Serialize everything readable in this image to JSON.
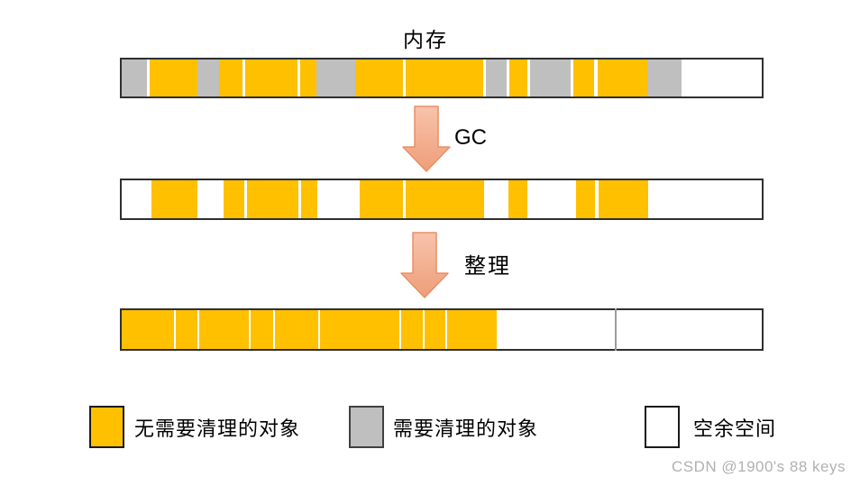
{
  "title": "内存",
  "colors": {
    "live": "#FFC000",
    "garbage": "#BFBFBF",
    "free": "#FFFFFF",
    "gap": "#FFFFFF",
    "bar_border": "#2f2f2f",
    "arrow_fill_top": "#F8C3AC",
    "arrow_fill_bottom": "#EE9E78",
    "arrow_border": "#E78F66",
    "watermark": "#b3b1af"
  },
  "arrows": [
    {
      "label": "GC"
    },
    {
      "label": "整理"
    }
  ],
  "bars": [
    {
      "name": "memory-initial",
      "segments": [
        [
          "garbage",
          28
        ],
        [
          "gap",
          3
        ],
        [
          "live",
          53
        ],
        [
          "garbage",
          24
        ],
        [
          "live",
          26
        ],
        [
          "gap",
          3
        ],
        [
          "live",
          58
        ],
        [
          "gap",
          3
        ],
        [
          "live",
          18
        ],
        [
          "garbage",
          43
        ],
        [
          "live",
          53
        ],
        [
          "gap",
          3
        ],
        [
          "live",
          86
        ],
        [
          "gap",
          3
        ],
        [
          "garbage",
          23
        ],
        [
          "gap",
          3
        ],
        [
          "live",
          20
        ],
        [
          "gap",
          3
        ],
        [
          "garbage",
          45
        ],
        [
          "gap",
          3
        ],
        [
          "live",
          23
        ],
        [
          "gap",
          4
        ],
        [
          "live",
          55
        ],
        [
          "garbage",
          38
        ],
        [
          "free",
          89
        ]
      ]
    },
    {
      "name": "memory-after-gc",
      "segments": [
        [
          "free",
          33
        ],
        [
          "live",
          51
        ],
        [
          "free",
          29
        ],
        [
          "live",
          23
        ],
        [
          "gap",
          3
        ],
        [
          "live",
          57
        ],
        [
          "gap",
          3
        ],
        [
          "live",
          18
        ],
        [
          "free",
          47
        ],
        [
          "live",
          48
        ],
        [
          "gap",
          3
        ],
        [
          "live",
          87
        ],
        [
          "free",
          27
        ],
        [
          "live",
          21
        ],
        [
          "free",
          54
        ],
        [
          "live",
          21
        ],
        [
          "gap",
          4
        ],
        [
          "live",
          55
        ],
        [
          "free",
          126
        ]
      ]
    },
    {
      "name": "memory-after-compaction",
      "segments": [
        [
          "live",
          58
        ],
        [
          "gap",
          2
        ],
        [
          "live",
          24
        ],
        [
          "gap",
          2
        ],
        [
          "live",
          55
        ],
        [
          "gap",
          2
        ],
        [
          "live",
          25
        ],
        [
          "gap",
          2
        ],
        [
          "live",
          48
        ],
        [
          "gap",
          2
        ],
        [
          "live",
          88
        ],
        [
          "gap",
          2
        ],
        [
          "live",
          24
        ],
        [
          "gap",
          2
        ],
        [
          "live",
          23
        ],
        [
          "gap",
          2
        ],
        [
          "live",
          55
        ],
        [
          "free",
          294
        ]
      ]
    }
  ],
  "legend": [
    {
      "type": "live",
      "color": "#FFC000",
      "border": "#1a1a1a",
      "label": "无需要清理的对象"
    },
    {
      "type": "garbage",
      "color": "#BFBFBF",
      "border": "#404040",
      "label": "需要清理的对象"
    },
    {
      "type": "free",
      "color": "#FFFFFF",
      "border": "#1a1a1a",
      "label": "空余空间"
    }
  ],
  "watermark": "CSDN @1900's 88 keys"
}
